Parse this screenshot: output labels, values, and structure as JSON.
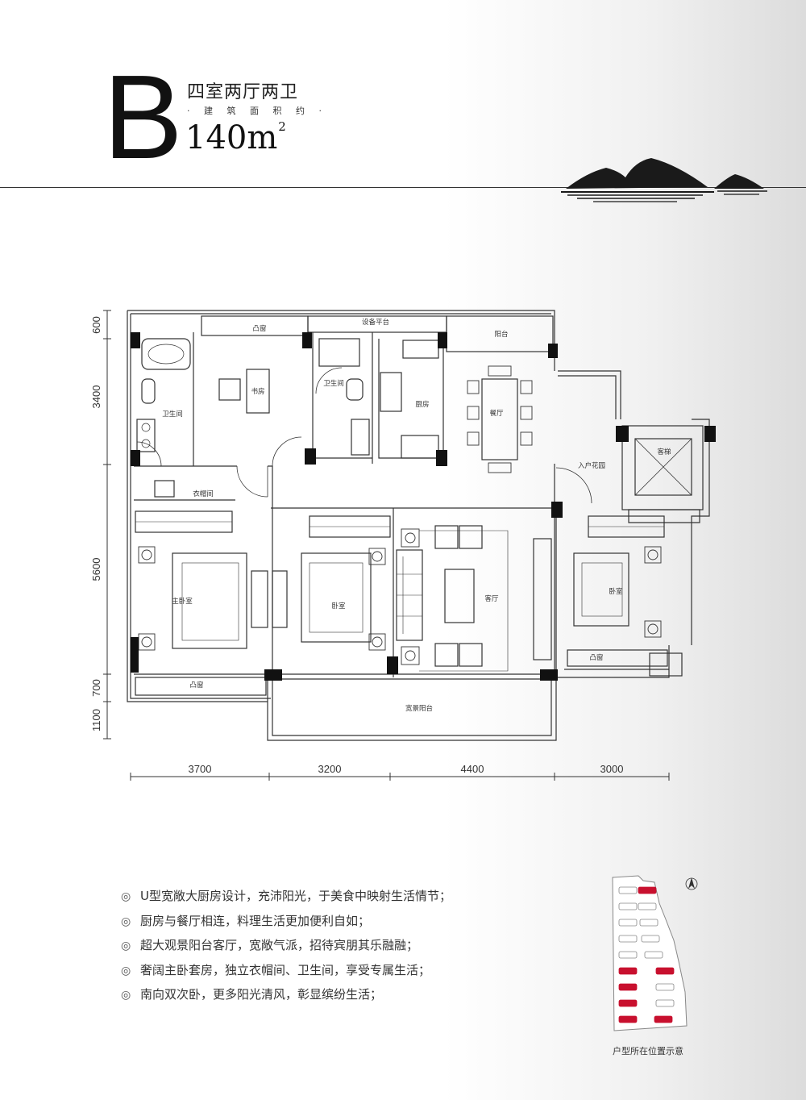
{
  "header": {
    "type_letter": "B",
    "layout": "四室两厅两卫",
    "area_label": "· 建 筑 面 积 约 ·",
    "area_value": "140m",
    "area_unit": "2"
  },
  "rooms": {
    "bay_window_top": "凸窗",
    "equipment_platform": "设备平台",
    "balcony": "阳台",
    "bathroom_master": "卫生间",
    "study": "书房",
    "bathroom_second": "卫生间",
    "kitchen": "厨房",
    "dining": "餐厅",
    "elevator": "客梯",
    "entry_garden": "入户花园",
    "closet": "衣帽间",
    "master_bedroom": "主卧室",
    "bedroom_middle": "卧室",
    "living_room": "客厅",
    "bedroom_east": "卧室",
    "bay_window_east": "凸窗",
    "bay_window_master": "凸窗",
    "view_balcony": "宽景阳台"
  },
  "dimensions": {
    "horizontal": [
      "3700",
      "3200",
      "4400",
      "3000"
    ],
    "vertical": [
      "600",
      "3400",
      "5600",
      "700",
      "1100"
    ]
  },
  "features": [
    "U型宽敞大厨房设计，充沛阳光，于美食中映射生活情节；",
    "厨房与餐厅相连，料理生活更加便利自如；",
    "超大观景阳台客厅，宽敞气派，招待宾朋其乐融融；",
    "奢阔主卧套房，独立衣帽间、卫生间，享受专属生活；",
    "南向双次卧，更多阳光清风，彰显缤纷生活；"
  ],
  "feature_bullet": "◎",
  "site_plan": {
    "caption": "户型所在位置示意",
    "north_symbol": "north-arrow-icon",
    "highlight_color": "#c8102e"
  }
}
